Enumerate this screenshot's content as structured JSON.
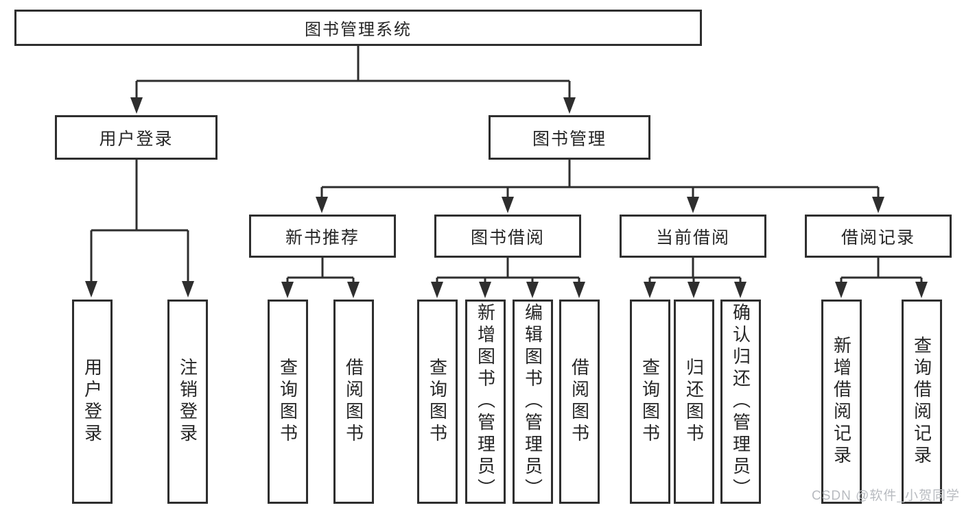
{
  "tree": {
    "label": "图书管理系统",
    "children": [
      {
        "label": "用户登录",
        "children": [
          {
            "label": "用户登录"
          },
          {
            "label": "注销登录"
          }
        ]
      },
      {
        "label": "图书管理",
        "children": [
          {
            "label": "新书推荐",
            "children": [
              {
                "label": "查询图书"
              },
              {
                "label": "借阅图书"
              }
            ]
          },
          {
            "label": "图书借阅",
            "children": [
              {
                "label": "查询图书"
              },
              {
                "label": "新增图书（管理员）"
              },
              {
                "label": "编辑图书（管理员）"
              },
              {
                "label": "借阅图书"
              }
            ]
          },
          {
            "label": "当前借阅",
            "children": [
              {
                "label": "查询图书"
              },
              {
                "label": "归还图书"
              },
              {
                "label": "确认归还（管理员）"
              }
            ]
          },
          {
            "label": "借阅记录",
            "children": [
              {
                "label": "新增借阅记录"
              },
              {
                "label": "查询借阅记录"
              }
            ]
          }
        ]
      }
    ]
  },
  "watermark": {
    "text": "CSDN @软件_小贺同学"
  },
  "colors": {
    "line": "#2e2e2e",
    "text": "#262626",
    "box_background": "#ffffff",
    "watermark": "#b8bbc0",
    "page_background": "#ffffff"
  }
}
